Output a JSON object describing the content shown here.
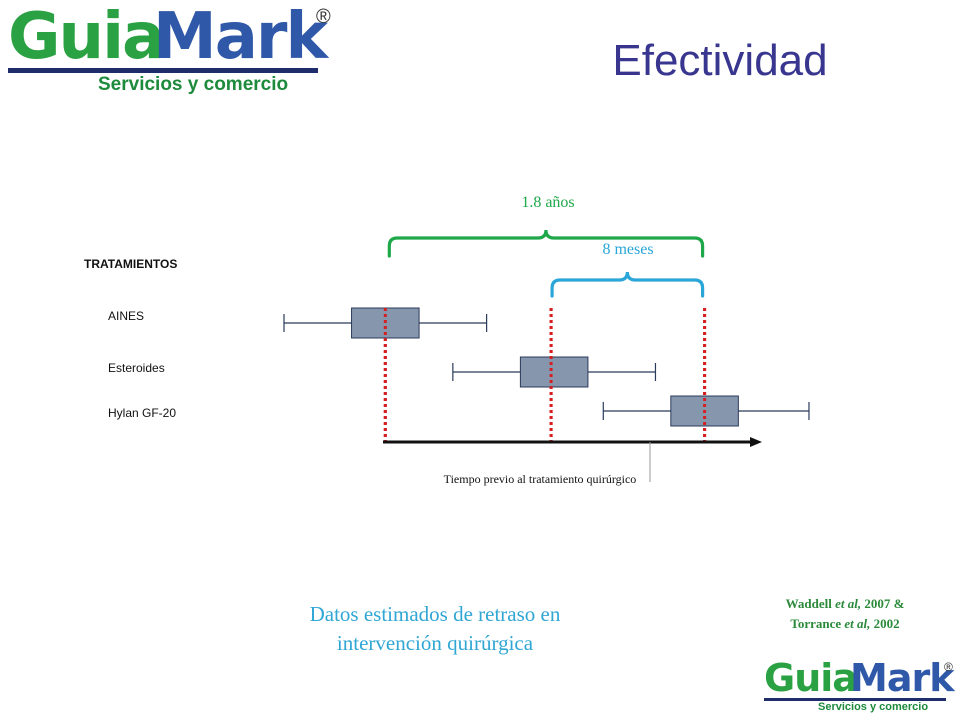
{
  "logo": {
    "part1": "Guia",
    "part2": "Mark",
    "registered": "®",
    "tagline": "Servicios y comercio",
    "colors": {
      "green": "#2aa142",
      "navy": "#1f2d6b",
      "blue": "#2f58a8"
    }
  },
  "title": "Efectividad",
  "diagram": {
    "heading": "TRATAMIENTOS",
    "treatments": [
      {
        "label": "AINES",
        "whisker_start": 0.0,
        "box_start": 0.22,
        "box_end": 0.44,
        "whisker_end": 0.66
      },
      {
        "label": "Esteroides",
        "whisker_start": 0.55,
        "box_start": 0.77,
        "box_end": 0.99,
        "whisker_end": 1.21
      },
      {
        "label": "Hylan GF-20",
        "whisker_start": 1.04,
        "box_start": 1.26,
        "box_end": 1.48,
        "whisker_end": 1.71
      }
    ],
    "markers": [
      0.33,
      0.87,
      1.37
    ],
    "axis_label": "Tiempo previo al tratamiento quirúrgico",
    "brace_outer_label": "1.8 años",
    "brace_inner_label": "8 meses",
    "colors": {
      "outer_brace": "#1fa84a",
      "inner_brace": "#2aa6d8",
      "marker": "#d42020",
      "box": "#8696ad",
      "box_stroke": "#2b3a5a",
      "axis": "#111111"
    }
  },
  "caption": {
    "line1": "Datos estimados de retraso en",
    "line2": "intervención quirúrgica"
  },
  "references": {
    "ref1_author": "Waddell",
    "ref1_etal": "et al,",
    "ref1_year": "2007 &",
    "ref2_author": "Torrance",
    "ref2_etal": "et al,",
    "ref2_year": "2002"
  }
}
